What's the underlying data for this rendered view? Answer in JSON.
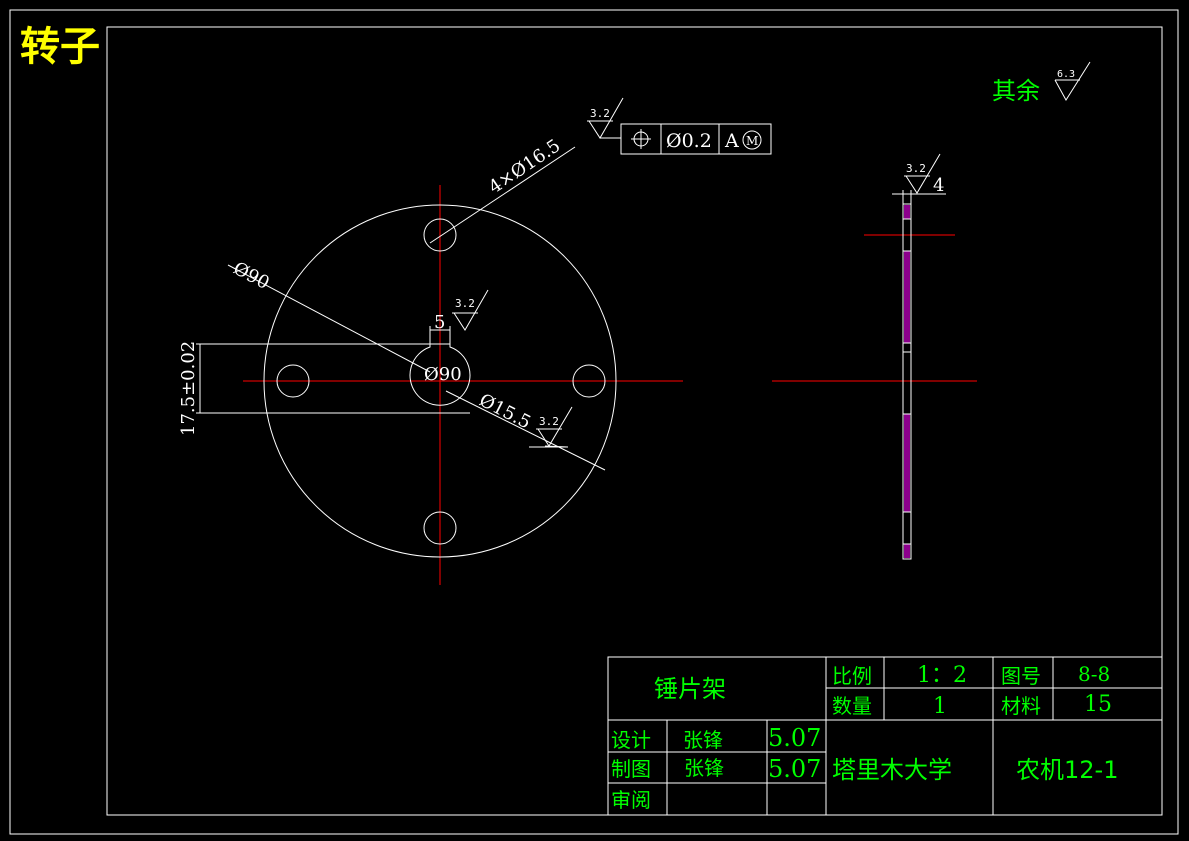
{
  "title": "转子",
  "roughness_note": {
    "label": "其余",
    "value": "6.3"
  },
  "annotations": {
    "holes": "4×Ø16.5",
    "outer_dia": "Ø90",
    "bore_dia": "Ø90",
    "bore_small": "Ø15.5",
    "keyway_width": "5",
    "keyway_offset": "17.5±0.02",
    "thickness": "4",
    "roughness_holes": "3.2",
    "roughness_key": "3.2",
    "roughness_bore": "3.2",
    "roughness_side": "3.2"
  },
  "tolerance_frame": {
    "symbol": "⌖",
    "value": "Ø0.2",
    "datum": "A",
    "modifier": "Ⓜ"
  },
  "title_block": {
    "part_name": "锤片架",
    "scale_label": "比例",
    "scale_value": "1：2",
    "drawing_no_label": "图号",
    "drawing_no_value": "8-8",
    "qty_label": "数量",
    "qty_value": "1",
    "material_label": "材料",
    "material_value": "15",
    "design_label": "设计",
    "design_name": "张锋",
    "design_date": "5.07",
    "draw_label": "制图",
    "draw_name": "张锋",
    "draw_date": "5.07",
    "review_label": "审阅",
    "school": "塔里木大学",
    "class": "农机12-1"
  },
  "colors": {
    "background": "#000000",
    "line": "#ffffff",
    "center": "#ff0000",
    "text": "#00ff00",
    "title": "#ffff00",
    "hatch": "#ff00ff"
  }
}
